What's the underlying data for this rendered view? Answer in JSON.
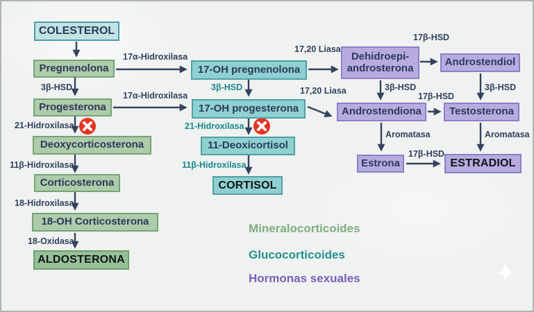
{
  "nodes": {
    "colesterol": "COLESTEROL",
    "pregnenolona": "Pregnenolona",
    "progesterona": "Progesterona",
    "deoxycorticosterona": "Deoxycorticosterona",
    "corticosterona": "Corticosterona",
    "oh18_corticosterona": "18-OH Corticosterona",
    "aldosterona": "ALDOSTERONA",
    "oh17_pregnenolona": "17-OH pregnenolona",
    "oh17_progesterona": "17-OH progesterona",
    "deoxicortisol_11": "11-Deoxicortisol",
    "cortisol": "CORTISOL",
    "dehidroepi_line1": "Dehidroepi-",
    "dehidroepi_line2": "androsterona",
    "androstendiol": "Androstendiol",
    "androstendiona": "Androstendiona",
    "testosterona": "Testosterona",
    "estrona": "Estrona",
    "estradiol": "ESTRADIOL"
  },
  "enzymes": {
    "hidroxilasa_17a": "17α-Hidroxilasa",
    "hsd_3b": "3β-HSD",
    "hidroxilasa_21": "21-Hidroxilasa",
    "hidroxilasa_11b": "11β-Hidroxilasa",
    "hidroxilasa_18": "18-Hidroxilasa",
    "oxidasa_18": "18-Oxidasa",
    "liasa_1720": "17,20 Liasa",
    "hsd_17b": "17β-HSD",
    "aromatasa": "Aromatasa"
  },
  "legend": {
    "mineralocorticoides": "Mineralocorticoides",
    "glucocorticoides": "Glucocorticoides",
    "hormonas_sexuales": "Hormonas sexuales"
  },
  "colors": {
    "mineralocorticoid_green": "#7fae81",
    "glucocorticoid_teal": "#239092",
    "sex_hormone_purple": "#7a5fb8",
    "arrow_navy": "#33425f",
    "blocked_red": "#e63322"
  }
}
